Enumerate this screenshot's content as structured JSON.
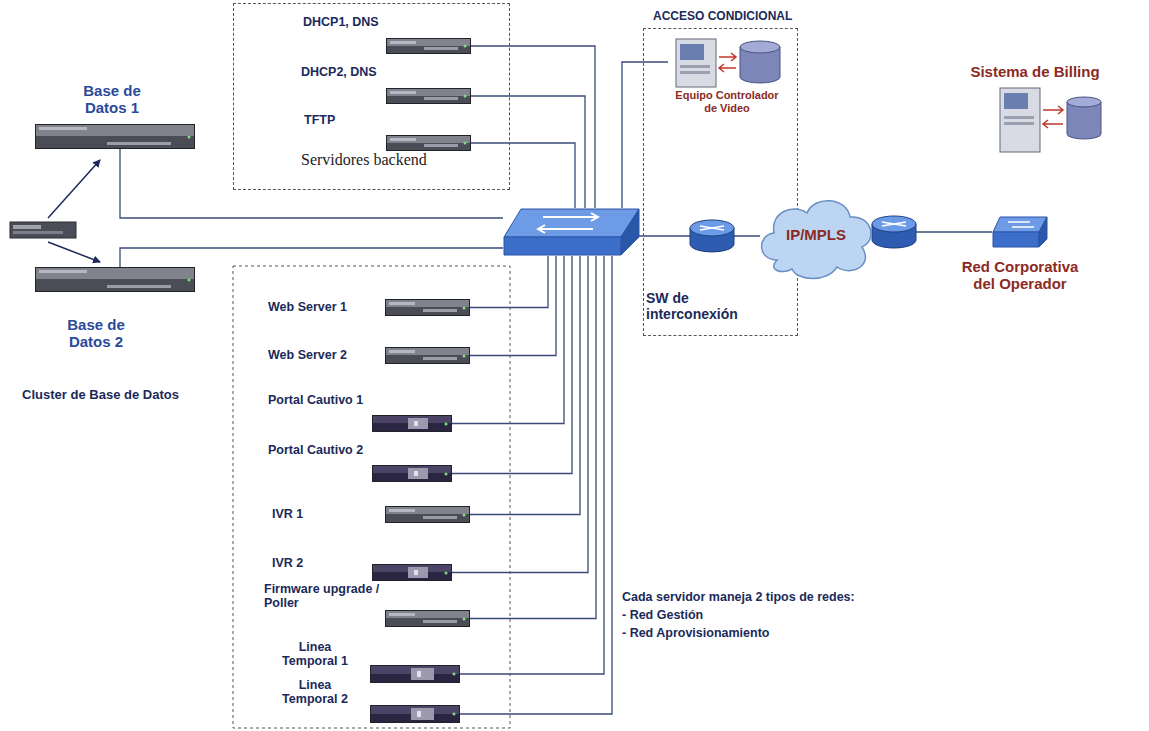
{
  "diagram": {
    "nodes": [
      {
        "text": [
          "Servidores backend"
        ]
      },
      {
        "text": [
          "DHCP1, DNS"
        ],
        "in": 0
      },
      {
        "text": [
          "DHCP2, DNS"
        ],
        "in": 0
      },
      {
        "text": [
          "TFTP"
        ],
        "in": 0
      },
      {
        "text": [
          "Base de Datos 1"
        ]
      },
      {
        "text": [
          "Base de Datos 2"
        ]
      },
      {
        "text": [
          "ACCESO CONDICIONAL"
        ]
      },
      {
        "text": [
          "Equipo Controlador de Video"
        ],
        "in": 6
      },
      {
        "text": [
          "SW de interconexión"
        ]
      },
      {
        "text": [
          "IP/MPLS"
        ]
      },
      {
        "text": [
          "Sistema de Billing"
        ]
      },
      {
        "text": [
          "Red Corporativa del Operador"
        ]
      },
      {
        "text": [
          "Web Server 1"
        ]
      },
      {
        "text": [
          "Web Server 2"
        ]
      },
      {
        "text": [
          "Portal Cautivo 1"
        ]
      },
      {
        "text": [
          "Portal Cautivo 2"
        ]
      },
      {
        "text": [
          "IVR 1"
        ]
      },
      {
        "text": [
          "IVR 2"
        ]
      },
      {
        "text": [
          "Firmware upgrade / Poller"
        ]
      },
      {
        "text": [
          "Linea Temporal 1"
        ]
      },
      {
        "text": [
          "Linea Temporal 2"
        ]
      }
    ],
    "edges": [
      {
        "from": 1,
        "to": 8,
        "arrow": "none"
      },
      {
        "from": 2,
        "to": 8,
        "arrow": "none"
      },
      {
        "from": 3,
        "to": 8,
        "arrow": "none"
      },
      {
        "from": 4,
        "to": 8,
        "arrow": "none"
      },
      {
        "from": 5,
        "to": 8,
        "arrow": "none"
      },
      {
        "from": 7,
        "to": 8,
        "arrow": "none"
      },
      {
        "from": 8,
        "to": 9,
        "arrow": "none"
      },
      {
        "from": 9,
        "to": 11,
        "arrow": "none"
      },
      {
        "from": 12,
        "to": 8,
        "arrow": "none"
      },
      {
        "from": 13,
        "to": 8,
        "arrow": "none"
      },
      {
        "from": 14,
        "to": 8,
        "arrow": "none"
      },
      {
        "from": 15,
        "to": 8,
        "arrow": "none"
      },
      {
        "from": 16,
        "to": 8,
        "arrow": "none"
      },
      {
        "from": 17,
        "to": 8,
        "arrow": "none"
      },
      {
        "from": 18,
        "to": 8,
        "arrow": "none"
      },
      {
        "from": 19,
        "to": 8,
        "arrow": "none"
      },
      {
        "from": 20,
        "to": 8,
        "arrow": "none"
      }
    ],
    "labels": [
      "Cluster de Base de Datos",
      "Cada servidor maneja 2 tipos de redes:",
      "- Red Gestión",
      "- Red Aprovisionamiento"
    ]
  }
}
